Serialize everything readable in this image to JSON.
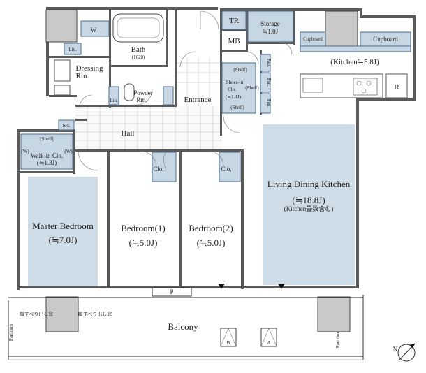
{
  "rooms": {
    "tr": "TR",
    "storage": "Storage",
    "storage_size": "≒1.0J",
    "mb": "MB",
    "cupboard_left": "Cupboard",
    "cupboard_right": "Cupboard",
    "kitchen": "(Kitchen≒5.8J)",
    "refrigerator": "R",
    "w_top": "W",
    "lin_top": "Lin.",
    "bath": "Bath",
    "bath_size": "(1620)",
    "dressing": "Dressing",
    "dressing2": "Rm.",
    "powder": "Powder",
    "powder2": "Rm.",
    "lin_mid": "Lin.",
    "entrance": "Entrance",
    "shoes": "Shoes-in",
    "shoes2": "Clo.",
    "shoes_size": "(≒1.1J)",
    "shelf_a": "(Shelf)",
    "shelf_b": "(Shelf)",
    "shelf_c": "(Shelf)",
    "pan1": "Pan.",
    "pan2": "Pan.",
    "pan3": "Pan.",
    "sto": "Sto.",
    "hall": "Hall",
    "shelf_wic": "[Shelf]",
    "w_left": "(W)",
    "w_right": "(W)",
    "wic": "Walk-in Clo.",
    "wic_size": "(≒1.3J)",
    "clo1": "Clo.",
    "clo2": "Clo.",
    "master": "Master Bedroom",
    "master_size": "(≒7.0J)",
    "bed1": "Bedroom(1)",
    "bed1_size": "(≒5.0J)",
    "bed2": "Bedroom(2)",
    "bed2_size": "(≒5.0J)",
    "ldk": "Living Dining Kitchen",
    "ldk_size": "(≒18.8J)",
    "ldk_note": "(Kitchen畳数含む)",
    "p": "P",
    "balcony": "Balcony",
    "unit_a": "A",
    "unit_b": "B",
    "partition_left": "Partition",
    "partition_right": "Partition",
    "slip_left": "履すべり出し窓",
    "slip_right": "履すべり出し窓",
    "north": "N"
  }
}
